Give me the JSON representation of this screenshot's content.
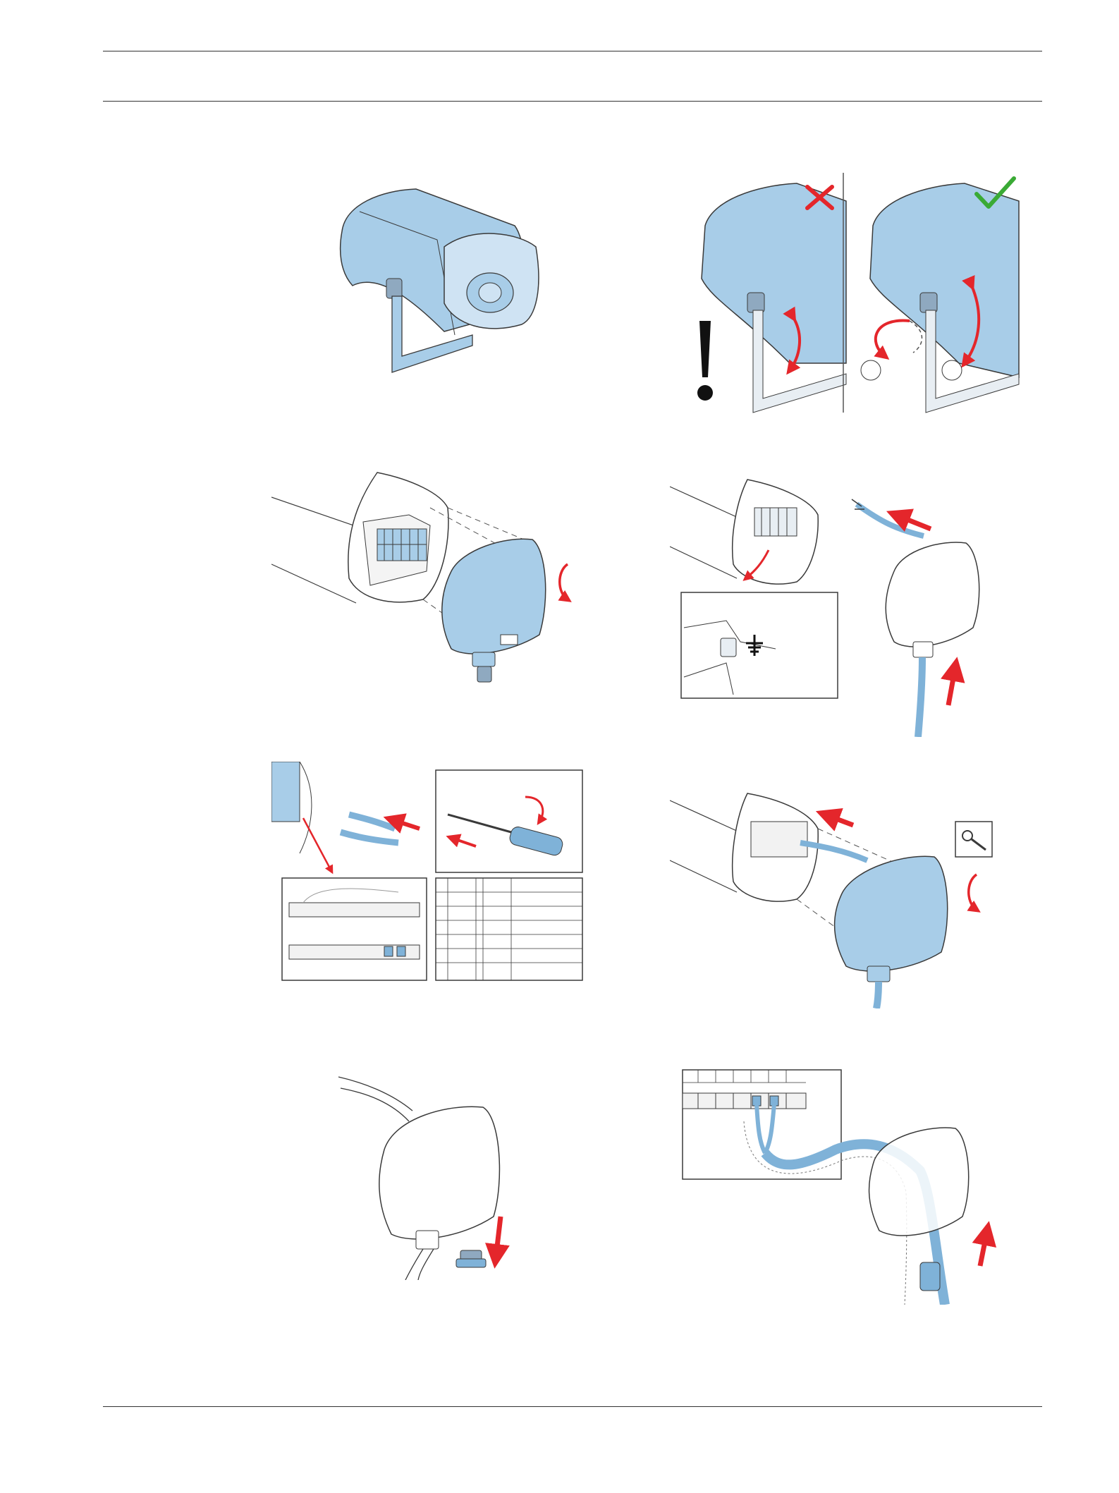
{
  "colors": {
    "product_blue": "#a8cde8",
    "product_blue_light": "#cfe3f3",
    "cable_blue": "#7fb2d8",
    "outline": "#3a3a3a",
    "arrow_red": "#e4262b",
    "check_green": "#3aaa35",
    "rule": "#333333"
  },
  "figures": [
    {
      "id": "fig-1",
      "icons": [
        "horn-loudspeaker-icon"
      ]
    },
    {
      "id": "fig-2",
      "icons": [
        "cross-icon",
        "check-icon",
        "exclamation-icon",
        "rotate-arrow-icon"
      ]
    },
    {
      "id": "fig-3",
      "icons": [
        "rear-cover-icon",
        "screw-turn-icon"
      ]
    },
    {
      "id": "fig-4",
      "icons": [
        "earth-symbol-icon",
        "arrow-icon"
      ]
    },
    {
      "id": "fig-5",
      "icons": [
        "screwdriver-icon",
        "terminal-block-icon"
      ]
    },
    {
      "id": "fig-6",
      "icons": [
        "ring-lug-icon",
        "screw-turn-icon"
      ]
    },
    {
      "id": "fig-7",
      "icons": [
        "blind-plug-icon",
        "arrow-icon"
      ]
    },
    {
      "id": "fig-8",
      "icons": [
        "loop-through-cable-icon",
        "arrow-icon"
      ]
    }
  ]
}
